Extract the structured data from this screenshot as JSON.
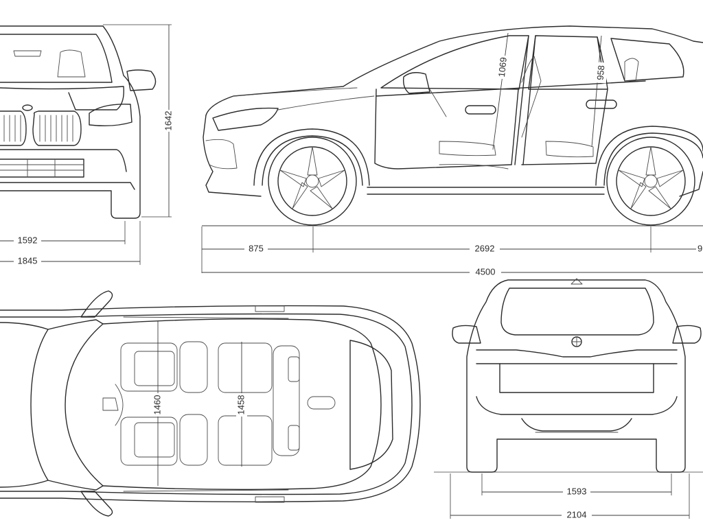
{
  "dimensions": {
    "height": "1642",
    "front_track": "1592",
    "width": "1845",
    "front_overhang": "875",
    "wheelbase": "2692",
    "rear_overhang_partial": "9",
    "length": "4500",
    "front_headroom": "1069",
    "rear_headroom": "958",
    "front_interior_width": "1460",
    "rear_interior_width": "1458",
    "rear_track": "1593",
    "width_with_mirrors": "2104"
  }
}
